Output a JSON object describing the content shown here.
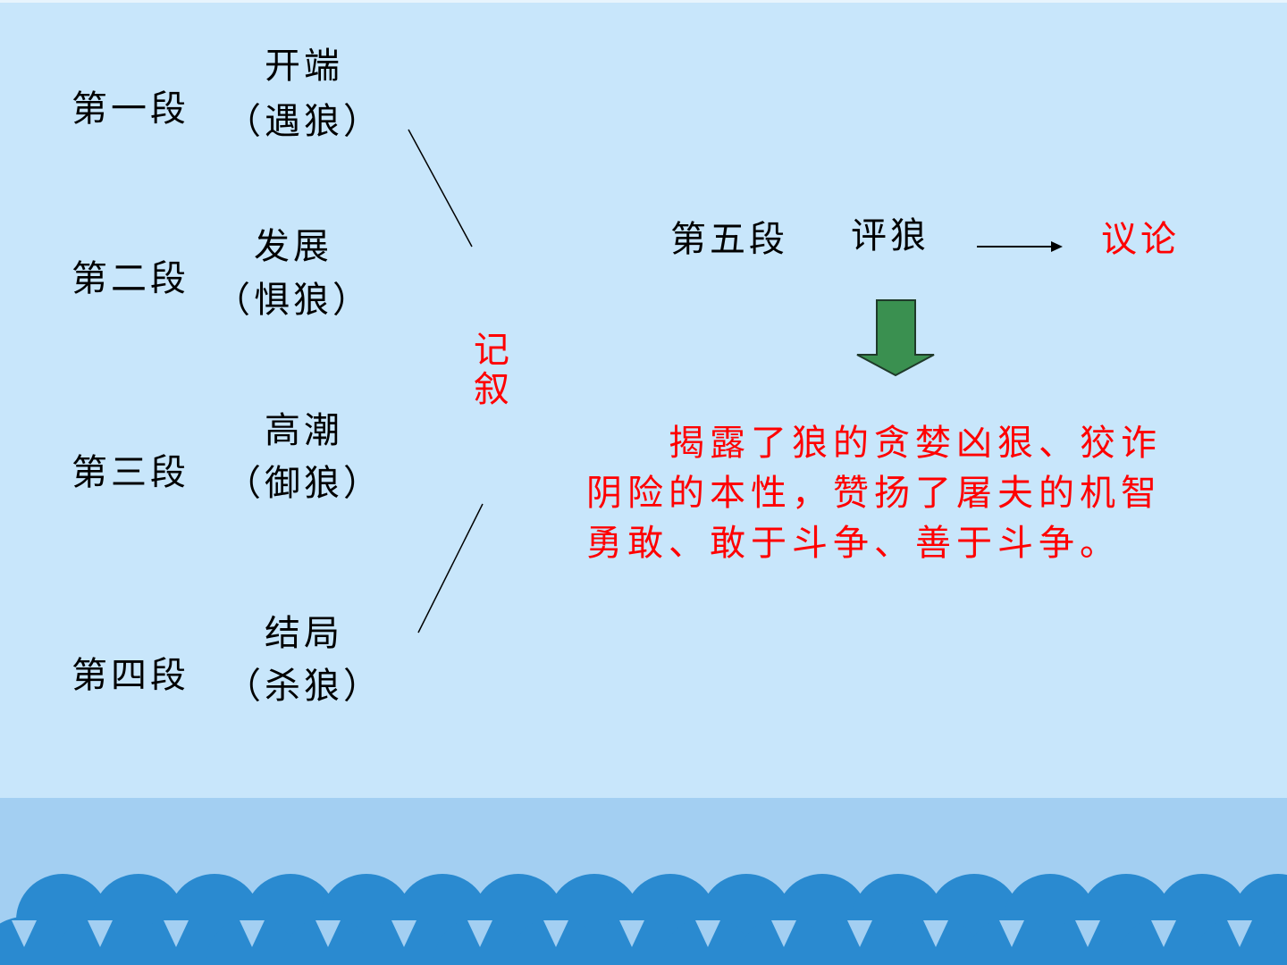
{
  "segments": [
    {
      "label": "第一段",
      "stage": "开端",
      "event": "（遇狼）"
    },
    {
      "label": "第二段",
      "stage": "发展",
      "event": "（惧狼）"
    },
    {
      "label": "第三段",
      "stage": "高潮",
      "event": "（御狼）"
    },
    {
      "label": "第四段",
      "stage": "结局",
      "event": "（杀狼）"
    }
  ],
  "narration": [
    "记",
    "叙"
  ],
  "segment5": {
    "label": "第五段",
    "event": "评狼",
    "result": "议论"
  },
  "summary": "揭露了狼的贪婪凶狠、狡诈阴险的本性，赞扬了屠夫的机智勇敢、敢于斗争、善于斗争。",
  "colors": {
    "background": "#c8e6fb",
    "accent_red": "#ff0000",
    "arrow_green": "#3a9050",
    "wave_blue": "#2a8ad0",
    "band_blue": "#a3cff2"
  }
}
